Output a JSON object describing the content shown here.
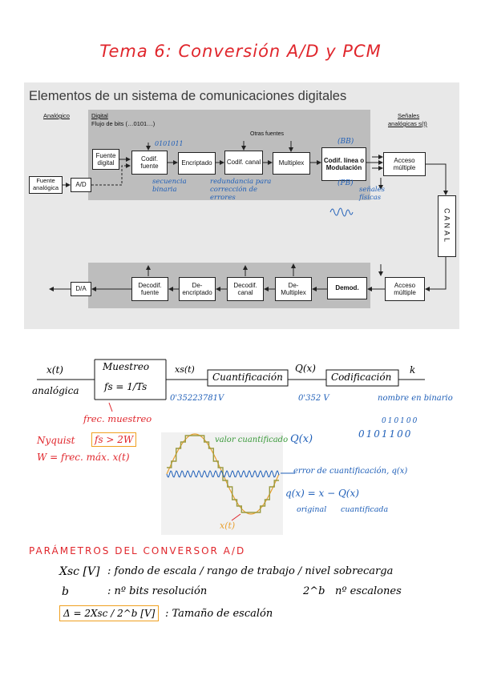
{
  "title": "Tema 6: Conversión A/D y PCM",
  "slide": {
    "title": "Elementos de un sistema de comunicaciones digitales",
    "label_analog": "Analógico",
    "label_digital": "Digital",
    "label_bitstream": "Flujo de bits (…0101…)",
    "label_signals": "Señales",
    "label_signals2": "analógicas s(t)",
    "label_other_sources": "Otras fuentes",
    "blocks": {
      "fuente_analogica": "Fuente analógica",
      "ad": "A/D",
      "fuente_digital": "Fuente digital",
      "codif_fuente": "Codif. fuente",
      "encriptado": "Encriptado",
      "codif_canal": "Codif. canal",
      "multiplex": "Multiplex",
      "codif_linea": "Codif. línea o Modulación",
      "acceso_multiple_tx": "Acceso múltiple",
      "canal": "CANAL",
      "acceso_multiple_rx": "Acceso múltiple",
      "demod": "Demod.",
      "demultiplex": "De-Multiplex",
      "decodif_canal": "Decodif. canal",
      "desencriptado": "De-encriptado",
      "decodif_fuente": "Decodif. fuente",
      "da": "D/A"
    },
    "annotations": {
      "bits": "0101011",
      "secuencia": "secuencia binaria",
      "redundancia": "redundancia para corrección de errores",
      "bb": "(BB)",
      "pb": "(PB)",
      "senales_fisicas": "señales físicas"
    }
  },
  "pcm": {
    "xt": "x(t)",
    "analogica": "analógica",
    "muestreo": "Muestreo",
    "fs_formula": "fs = 1/Ts",
    "xst": "xs(t)",
    "cuantificacion": "Cuantificación",
    "qx": "Q(x)",
    "codificacion": "Codificación",
    "k": "k",
    "value_sampled": "0'35223781V",
    "value_quantized": "0'352 V",
    "value_binary": "nombre en binario",
    "binary_small": "010100",
    "binary_big": "0101100",
    "frec_muestreo": "frec. muestreo",
    "nyquist": "Nyquist",
    "nyquist_cond": "fs > 2W",
    "w_def": "W = frec. máx. x(t)"
  },
  "plot": {
    "valor_cuantificado": "valor cuantificado",
    "qx": "Q(x)",
    "error": "error de cuantificación, q(x)",
    "error_formula": "q(x) = x − Q(x)",
    "original": "original",
    "cuantificada": "cuantificada",
    "xt": "x(t)"
  },
  "params": {
    "heading": "Parámetros del conversor A/D",
    "xsc": "Xsc [V]",
    "xsc_desc": ": fondo de escala / rango de trabajo / nivel sobrecarga",
    "b": "b",
    "b_desc": ": nº bits resolución",
    "levels": "2^b",
    "levels_desc": "nº escalones",
    "delta_formula": "Δ = 2Xsc / 2^b [V]",
    "delta_desc": ": Tamaño de escalón"
  },
  "colors": {
    "red": "#e0262c",
    "blue": "#1f5fb8",
    "green": "#3a9a3a",
    "orange": "#f0a020",
    "olive": "#9a9a40"
  }
}
